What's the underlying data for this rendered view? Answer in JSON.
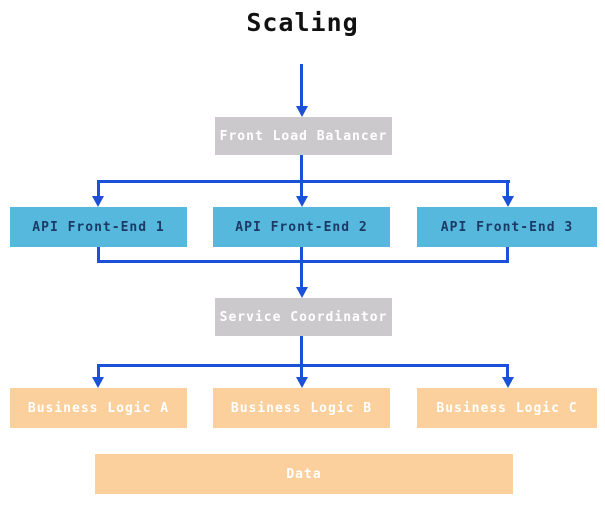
{
  "diagram": {
    "title": "Scaling",
    "nodes": {
      "flb": {
        "label": "Front Load Balancer",
        "type": "gray"
      },
      "api1": {
        "label": "API Front-End 1",
        "type": "cyan"
      },
      "api2": {
        "label": "API Front-End 2",
        "type": "cyan"
      },
      "api3": {
        "label": "API Front-End 3",
        "type": "cyan"
      },
      "sc": {
        "label": "Service Coordinator",
        "type": "gray"
      },
      "bla": {
        "label": "Business Logic A",
        "type": "orange"
      },
      "blb": {
        "label": "Business Logic B",
        "type": "orange"
      },
      "blc": {
        "label": "Business Logic C",
        "type": "orange"
      },
      "data": {
        "label": "Data",
        "type": "orange"
      }
    },
    "edges": [
      {
        "from": "start",
        "to": "flb",
        "arrow": true
      },
      {
        "from": "flb",
        "to": "api1",
        "arrow": true
      },
      {
        "from": "flb",
        "to": "api2",
        "arrow": true
      },
      {
        "from": "flb",
        "to": "api3",
        "arrow": true
      },
      {
        "from": "api1",
        "to": "sc",
        "arrow": true
      },
      {
        "from": "api2",
        "to": "sc",
        "arrow": true
      },
      {
        "from": "api3",
        "to": "sc",
        "arrow": true
      },
      {
        "from": "sc",
        "to": "bla",
        "arrow": true
      },
      {
        "from": "sc",
        "to": "blb",
        "arrow": true
      },
      {
        "from": "sc",
        "to": "blc",
        "arrow": true
      }
    ]
  },
  "colors": {
    "arrow_blue": "#1b50d9",
    "node_gray": "#cbc9cc",
    "node_cyan": "#55b8dc",
    "node_orange": "#fbd09c",
    "cyan_node_text": "#1b3a66",
    "node_text": "#ffffff",
    "title_text": "#111111",
    "background": "#ffffff"
  }
}
